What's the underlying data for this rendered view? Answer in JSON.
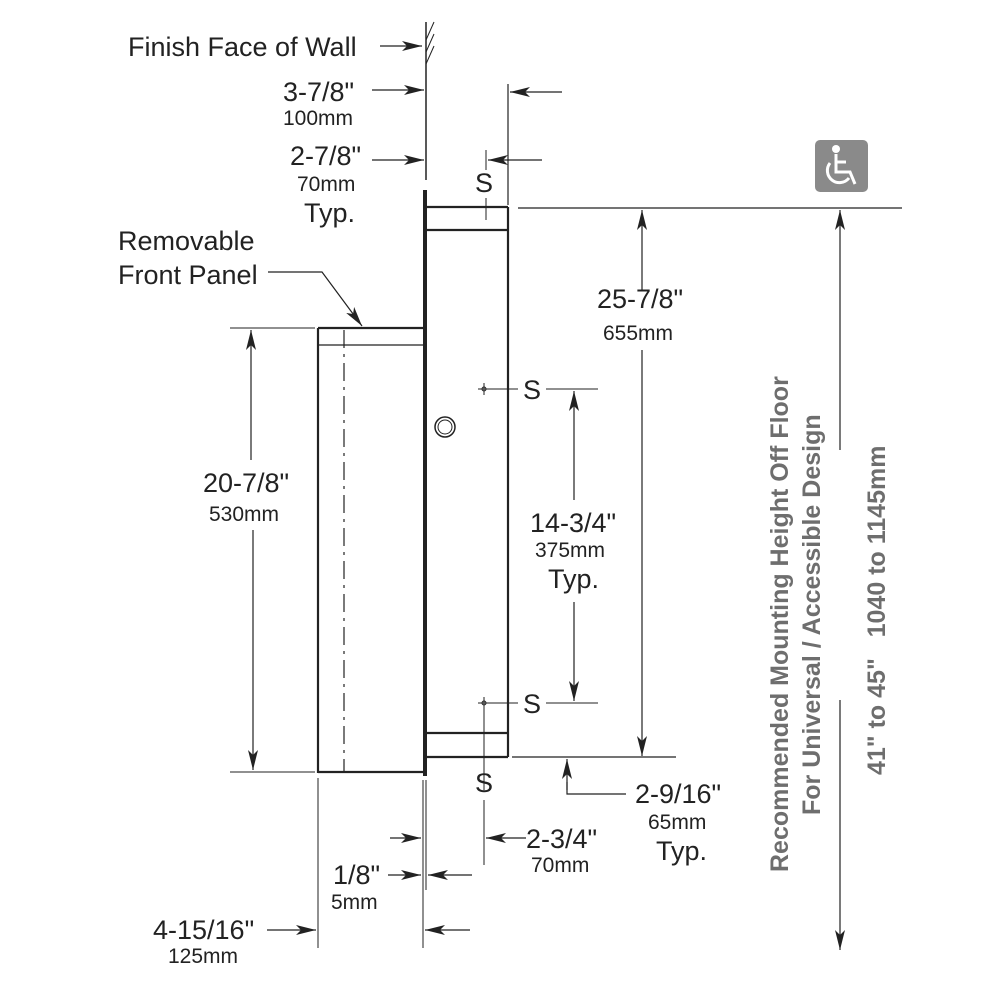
{
  "title": "Side elevation mounting diagram",
  "colors": {
    "line": "#222222",
    "accent_grey": "#8a8a8a",
    "text_grey": "#6e6e6e",
    "background": "#ffffff"
  },
  "labels": {
    "finish_face_of_wall": "Finish Face of Wall",
    "removable_line1": "Removable",
    "removable_line2": "Front Panel",
    "screw_marker": "S",
    "typ": "Typ."
  },
  "dimensions": {
    "depth_total": {
      "imperial": "3-7/8\"",
      "metric": "100mm"
    },
    "depth_flange": {
      "imperial": "2-7/8\"",
      "metric": "70mm",
      "note": "Typ."
    },
    "panel_height": {
      "imperial": "20-7/8\"",
      "metric": "530mm"
    },
    "overall_height": {
      "imperial": "25-7/8\"",
      "metric": "655mm"
    },
    "screw_spacing": {
      "imperial": "14-3/4\"",
      "metric": "375mm",
      "note": "Typ."
    },
    "bottom_offset": {
      "imperial": "2-9/16\"",
      "metric": "65mm",
      "note": "Typ."
    },
    "screw_inset": {
      "imperial": "2-3/4\"",
      "metric": "70mm"
    },
    "flange_thickness": {
      "imperial": "1/8\"",
      "metric": "5mm"
    },
    "projection": {
      "imperial": "4-15/16\"",
      "metric": "125mm"
    }
  },
  "accessibility": {
    "icon": "wheelchair-accessible-icon",
    "note_line1": "Recommended Mounting Height Off Floor",
    "note_line2": "For Universal / Accessible Design",
    "range": "41\" to 45\"   1040 to 1145mm"
  }
}
